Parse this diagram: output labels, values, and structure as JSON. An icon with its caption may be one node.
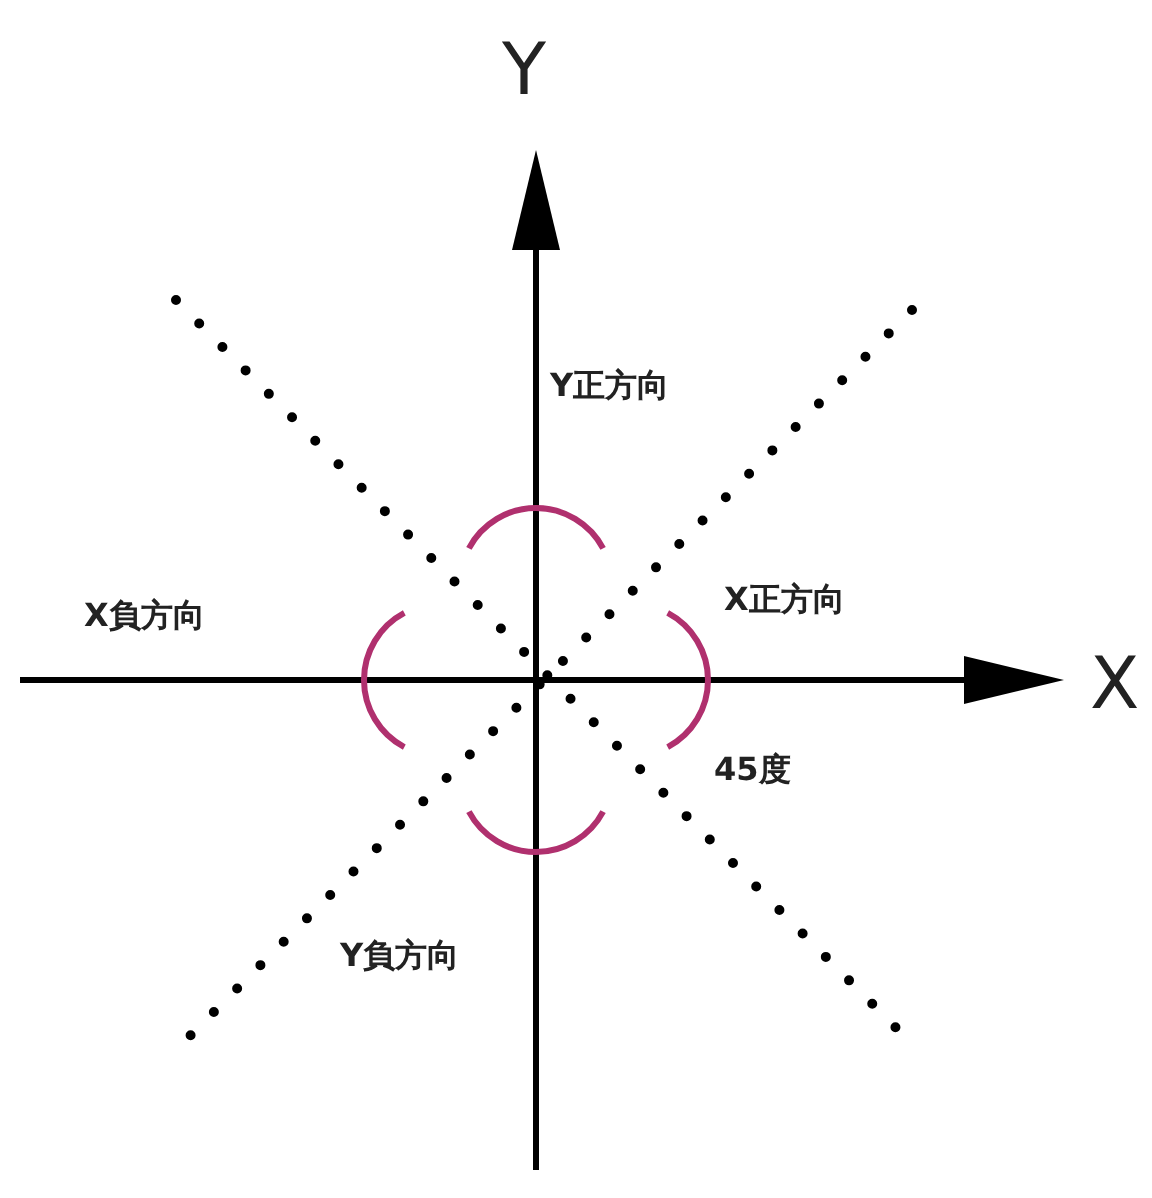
{
  "diagram": {
    "labels": [
      "Y",
      "Y正方向",
      "X負方向",
      "X正方向",
      "X",
      "45度",
      "Y負方向"
    ]
  }
}
